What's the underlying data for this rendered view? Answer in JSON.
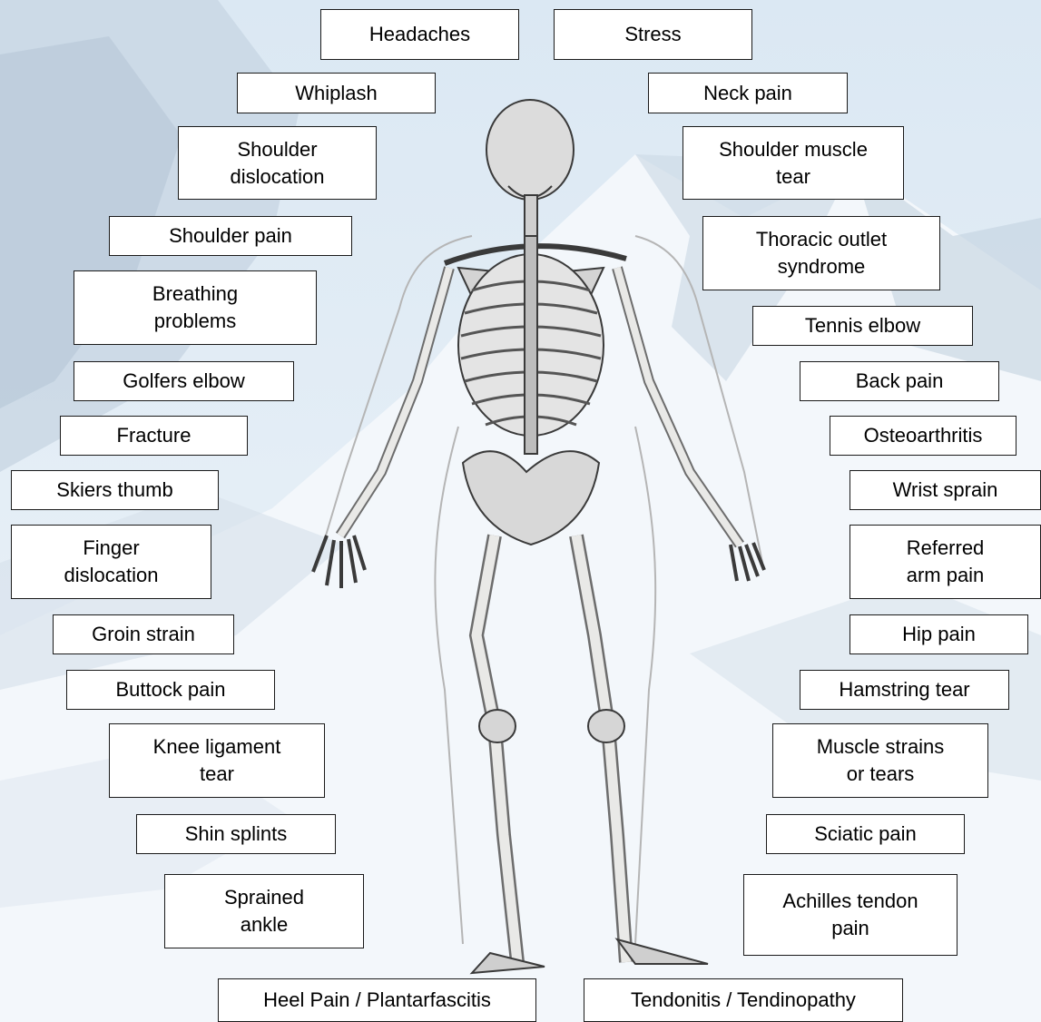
{
  "left_labels": {
    "headaches": "Headaches",
    "whiplash": "Whiplash",
    "shoulder_dislocation": [
      "Shoulder",
      "dislocation"
    ],
    "shoulder_pain": "Shoulder pain",
    "breathing_problems": [
      "Breathing",
      "problems"
    ],
    "golfers_elbow": "Golfers elbow",
    "fracture": "Fracture",
    "skiers_thumb": "Skiers thumb",
    "finger_dislocation": [
      "Finger",
      "dislocation"
    ],
    "groin_strain": "Groin strain",
    "buttock_pain": "Buttock pain",
    "knee_ligament_tear": [
      "Knee ligament",
      "tear"
    ],
    "shin_splints": "Shin splints",
    "sprained_ankle": [
      "Sprained",
      "ankle"
    ],
    "heel_pain": "Heel Pain / Plantarfascitis"
  },
  "right_labels": {
    "stress": "Stress",
    "neck_pain": "Neck pain",
    "shoulder_muscle_tear": [
      "Shoulder muscle",
      "tear"
    ],
    "thoracic_outlet": [
      "Thoracic outlet",
      "syndrome"
    ],
    "tennis_elbow": "Tennis elbow",
    "back_pain": "Back pain",
    "osteoarthritis": "Osteoarthritis",
    "wrist_sprain": "Wrist sprain",
    "referred_arm_pain": [
      "Referred",
      "arm pain"
    ],
    "hip_pain": "Hip pain",
    "hamstring_tear": "Hamstring tear",
    "muscle_strains": [
      "Muscle strains",
      "or tears"
    ],
    "sciatic_pain": "Sciatic pain",
    "achilles": [
      "Achilles tendon",
      "pain"
    ],
    "tendonitis": "Tendonitis / Tendinopathy"
  },
  "colors": {
    "sky": "#e3eef7",
    "snow": "#f6f9fc",
    "mountain_shadow": "#c7d6e4",
    "bone": "#e9e9e7",
    "bone_shade": "#8e8e8e",
    "outline": "#3a3a3a",
    "box_border": "#1a1a1a"
  },
  "image": {
    "subject": "posterior view of human skeleton over snowy mountain background"
  }
}
